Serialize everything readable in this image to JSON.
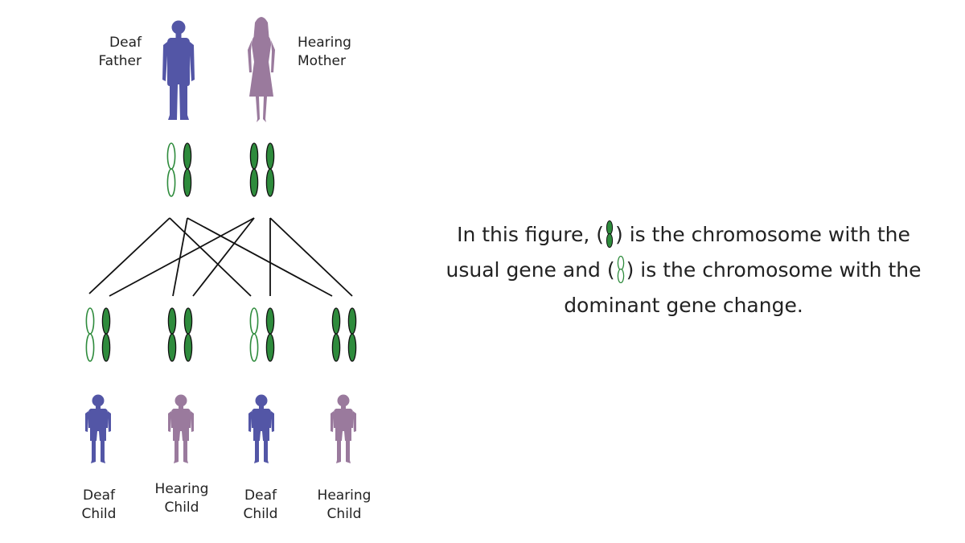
{
  "parents": {
    "father": {
      "line1": "Deaf",
      "line2": "Father"
    },
    "mother": {
      "line1": "Hearing",
      "line2": "Mother"
    }
  },
  "children": [
    {
      "line1": "Deaf",
      "line2": "Child",
      "status": "deaf"
    },
    {
      "line1": "Hearing",
      "line2": "Child",
      "status": "hearing"
    },
    {
      "line1": "Deaf",
      "line2": "Child",
      "status": "deaf"
    },
    {
      "line1": "Hearing",
      "line2": "Child",
      "status": "hearing"
    }
  ],
  "legend": {
    "pre_usual": "In this figure, (",
    "post_usual": ") is the chromosome with the",
    "pre_changed": "usual gene and (",
    "post_changed": ") is the chromosome with the",
    "line3": "dominant gene change."
  },
  "colors": {
    "deaf_figure": "#5356a6",
    "hearing_figure": "#9a7a9d",
    "chromosome_usual": "#2e8b3c",
    "chromosome_changed": "#2e8b3c",
    "lines": "#111111"
  }
}
